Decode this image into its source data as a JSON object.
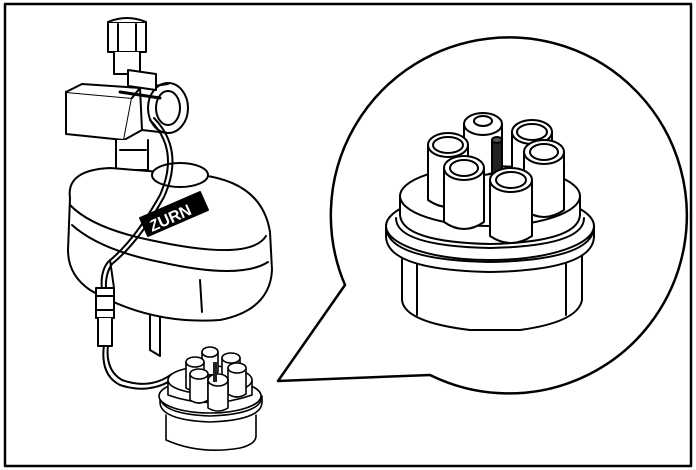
{
  "figure": {
    "brand_label": "ZURN",
    "parts": [
      "valve-assembly",
      "control-housing",
      "sensor-cable",
      "connector-plug",
      "callout-magnifier"
    ]
  }
}
